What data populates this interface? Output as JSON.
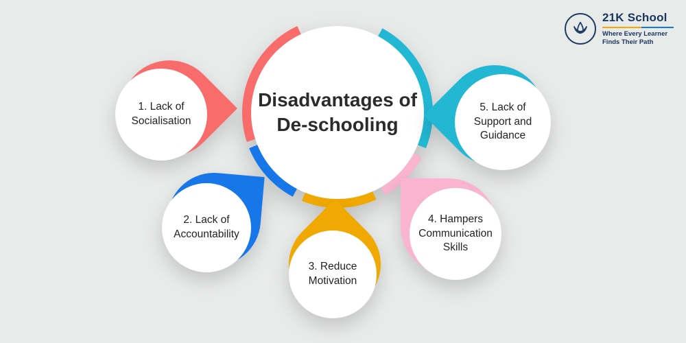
{
  "page": {
    "background": "#e9eaea"
  },
  "logo": {
    "name": "21K School",
    "tagline": "Where Every Learner\nFinds Their Path",
    "brand_color": "#16365e",
    "underline_colors": [
      "#f5a800",
      "#1779e0"
    ]
  },
  "hub": {
    "title": "Disadvantages of\nDe-schooling",
    "ring_segments": [
      {
        "name": "cyan",
        "color": "#22b8d4",
        "from": 28,
        "to": 112
      },
      {
        "name": "pink",
        "color": "#f9b4cf",
        "from": 118,
        "to": 150
      },
      {
        "name": "yellow",
        "color": "#f0a802",
        "from": 156,
        "to": 202
      },
      {
        "name": "blue",
        "color": "#1877e8",
        "from": 208,
        "to": 248
      },
      {
        "name": "red",
        "color": "#f96c6c",
        "from": 252,
        "to": 335
      }
    ]
  },
  "items": [
    {
      "label": "1. Lack of\nSocialisation",
      "color": "#f96c6c"
    },
    {
      "label": "2. Lack of\nAccountability",
      "color": "#1877e8"
    },
    {
      "label": "3. Reduce\nMotivation",
      "color": "#f0a802"
    },
    {
      "label": "4. Hampers\nCommunication\nSkills",
      "color": "#f9b4cf"
    },
    {
      "label": "5. Lack of\nSupport and\nGuidance",
      "color": "#22b8d4"
    }
  ]
}
